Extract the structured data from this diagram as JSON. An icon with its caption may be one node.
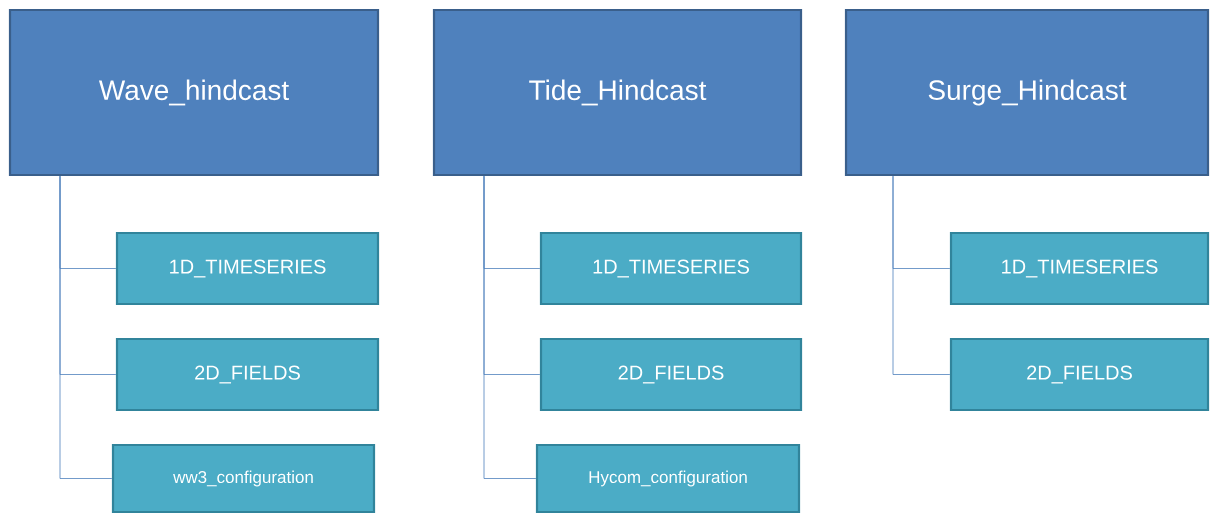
{
  "diagram": {
    "nodes": [
      {
        "text": [
          "Wave_hindcast"
        ]
      },
      {
        "text": [
          "1D_TIMESERIES"
        ]
      },
      {
        "text": [
          "2D_FIELDS"
        ]
      },
      {
        "text": [
          "ww3_configuration"
        ]
      },
      {
        "text": [
          "Tide_Hindcast"
        ]
      },
      {
        "text": [
          "1D_TIMESERIES"
        ]
      },
      {
        "text": [
          "2D_FIELDS"
        ]
      },
      {
        "text": [
          "Hycom_configuration"
        ]
      },
      {
        "text": [
          "Surge_Hindcast"
        ]
      },
      {
        "text": [
          "1D_TIMESERIES"
        ]
      },
      {
        "text": [
          "2D_FIELDS"
        ]
      }
    ],
    "edges": [
      {
        "from": 0,
        "to": 1,
        "arrow": "none"
      },
      {
        "from": 0,
        "to": 2,
        "arrow": "none"
      },
      {
        "from": 0,
        "to": 3,
        "arrow": "none"
      },
      {
        "from": 4,
        "to": 5,
        "arrow": "none"
      },
      {
        "from": 4,
        "to": 6,
        "arrow": "none"
      },
      {
        "from": 4,
        "to": 7,
        "arrow": "none"
      },
      {
        "from": 8,
        "to": 9,
        "arrow": "none"
      },
      {
        "from": 8,
        "to": 10,
        "arrow": "none"
      }
    ]
  }
}
